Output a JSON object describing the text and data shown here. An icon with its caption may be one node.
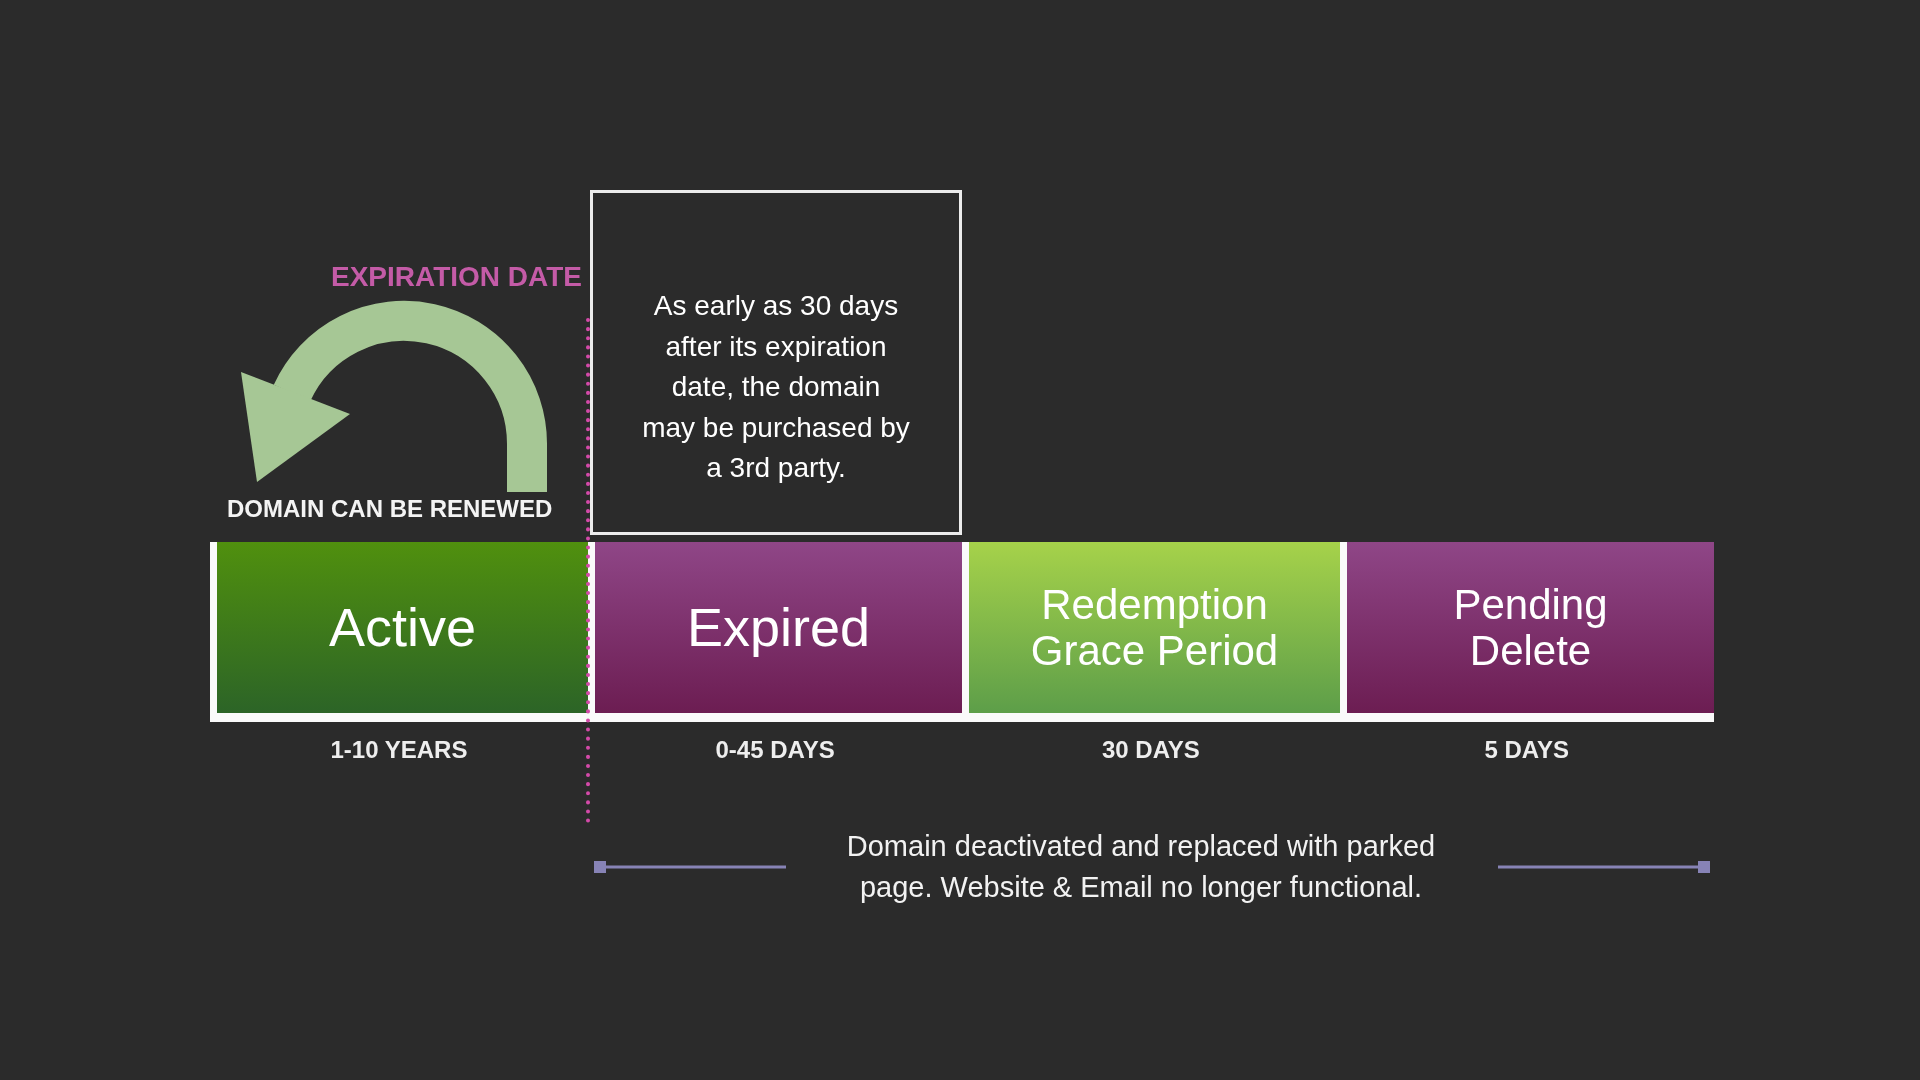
{
  "diagram": {
    "nodes": [
      {
        "text": [
          "As early as 30 days after its expiration date, the domain may be purchased by a 3rd party."
        ]
      },
      {
        "text": [
          "Active"
        ],
        "beside": [
          "1-10 YEARS"
        ]
      },
      {
        "text": [
          "Expired"
        ],
        "beside": [
          "0-45 DAYS"
        ]
      },
      {
        "text": [
          "Redemption Grace Period"
        ],
        "beside": [
          "30 DAYS"
        ]
      },
      {
        "text": [
          "Pending Delete"
        ],
        "beside": [
          "5 DAYS"
        ]
      }
    ],
    "labels": [
      "EXPIRATION DATE",
      "DOMAIN CAN BE RENEWED",
      "Domain deactivated and replaced with parked page. Website & Email no longer functional."
    ]
  }
}
